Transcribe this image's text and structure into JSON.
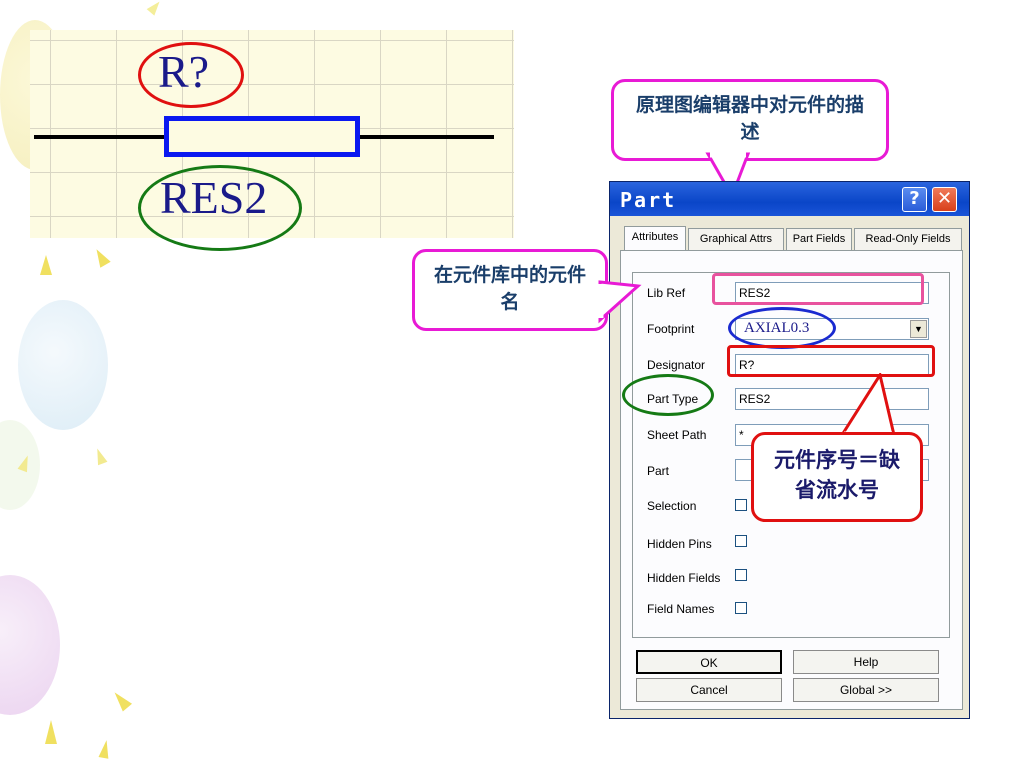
{
  "schematic": {
    "designator": "R?",
    "part_type": "RES2"
  },
  "callouts": {
    "editor_description": "原理图编辑器中对元件的描述",
    "library_name": "在元件库中的元件名",
    "designator_note": "元件序号＝缺省流水号"
  },
  "dialog": {
    "title": "Part",
    "help_icon": "?",
    "close_icon": "✕",
    "tabs": [
      "Attributes",
      "Graphical Attrs",
      "Part Fields",
      "Read-Only Fields"
    ],
    "fields": {
      "lib_ref": {
        "label": "Lib Ref",
        "value": "RES2"
      },
      "footprint": {
        "label": "Footprint",
        "value": "AXIAL0.3"
      },
      "designator": {
        "label": "Designator",
        "value": "R?"
      },
      "part_type": {
        "label": "Part Type",
        "value": "RES2"
      },
      "sheet_path": {
        "label": "Sheet Path",
        "value": "*"
      },
      "part": {
        "label": "Part",
        "value": ""
      },
      "selection": {
        "label": "Selection"
      },
      "hidden_pins": {
        "label": "Hidden Pins"
      },
      "hidden_fields": {
        "label": "Hidden Fields"
      },
      "field_names": {
        "label": "Field Names"
      }
    },
    "buttons": {
      "ok": "OK",
      "help": "Help",
      "cancel": "Cancel",
      "global": "Global >>"
    }
  },
  "colors": {
    "callout_magenta": "#e81ad5",
    "callout_red": "#e01010",
    "ellipse_blue": "#1a2ad0",
    "ellipse_green": "#157a15",
    "resistor_blue": "#0a18f0"
  }
}
